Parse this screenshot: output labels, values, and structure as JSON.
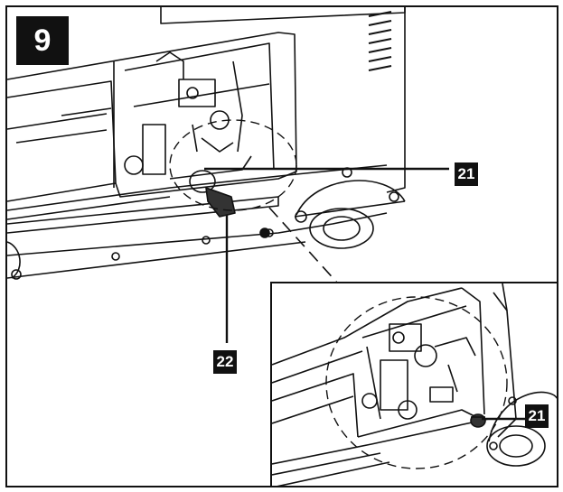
{
  "step_number": "9",
  "callouts": {
    "part_21": "21",
    "part_22": "22",
    "inset_part_21": "21"
  },
  "colors": {
    "line": "#111111",
    "background": "#ffffff",
    "badge_bg": "#111111",
    "badge_text": "#ffffff"
  }
}
